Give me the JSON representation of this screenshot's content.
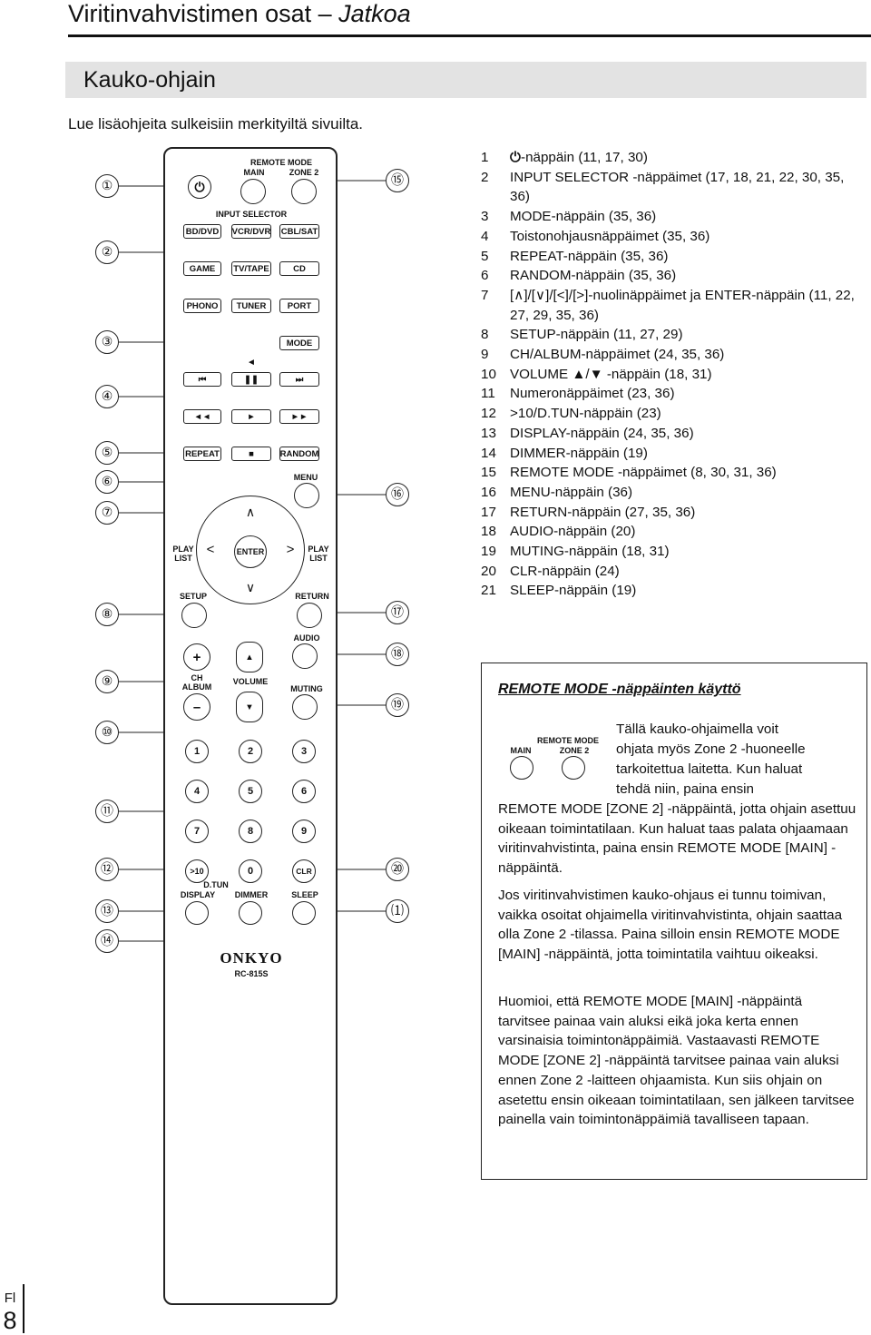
{
  "header": {
    "title_main": "Viritinvahvistimen osat – ",
    "title_italic": "Jatkoa"
  },
  "section": {
    "title": "Kauko-ohjain"
  },
  "intro": "Lue lisäohjeita sulkeisiin merkityiltä sivuilta.",
  "callouts": [
    "①",
    "②",
    "③",
    "④",
    "⑤",
    "⑥",
    "⑦",
    "⑧",
    "⑨",
    "⑩",
    "⑪",
    "⑫",
    "⑬",
    "⑭",
    "⑮",
    "⑯",
    "⑰",
    "⑱",
    "⑲",
    "⑳",
    "⑴"
  ],
  "remote": {
    "remote_mode": "REMOTE MODE",
    "main": "MAIN",
    "zone2": "ZONE 2",
    "input_selector": "INPUT SELECTOR",
    "bd_dvd": "BD/DVD",
    "vcr_dvr": "VCR/DVR",
    "cbl_sat": "CBL/SAT",
    "game": "GAME",
    "tv_tape": "TV/TAPE",
    "cd": "CD",
    "phono": "PHONO",
    "tuner": "TUNER",
    "port": "PORT",
    "mode": "MODE",
    "repeat": "REPEAT",
    "random": "RANDOM",
    "menu": "MENU",
    "playlist": "PLAY LIST",
    "enter": "ENTER",
    "setup": "SETUP",
    "return": "RETURN",
    "audio": "AUDIO",
    "ch_album": "CH ALBUM",
    "volume": "VOLUME",
    "muting": "MUTING",
    "plus": "+",
    "minus": "–",
    "digits": [
      "1",
      "2",
      "3",
      "4",
      "5",
      "6",
      "7",
      "8",
      "9"
    ],
    "gt10": ">10",
    "zero": "0",
    "clr": "CLR",
    "dtun": "D.TUN",
    "display": "DISPLAY",
    "dimmer": "DIMMER",
    "sleep": "SLEEP",
    "brand": "ONKYO",
    "model": "RC-815S"
  },
  "items": [
    {
      "n": "1",
      "t": "-näppäin (11, 17, 30)"
    },
    {
      "n": "2",
      "t": "INPUT SELECTOR -näppäimet (17, 18, 21, 22, 30, 35, 36)"
    },
    {
      "n": "3",
      "t": "MODE-näppäin (35, 36)"
    },
    {
      "n": "4",
      "t": "Toistonohjausnäppäimet (35, 36)"
    },
    {
      "n": "5",
      "t": "REPEAT-näppäin (35, 36)"
    },
    {
      "n": "6",
      "t": "RANDOM-näppäin (35, 36)"
    },
    {
      "n": "7",
      "t": "[∧]/[∨]/[<]/[>]-nuolinäppäimet ja ENTER-näppäin (11, 22, 27, 29, 35, 36)"
    },
    {
      "n": "8",
      "t": "SETUP-näppäin (11, 27, 29)"
    },
    {
      "n": "9",
      "t": "CH/ALBUM-näppäimet (24, 35, 36)"
    },
    {
      "n": "10",
      "t": "VOLUME ▲/▼ -näppäin (18, 31)"
    },
    {
      "n": "11",
      "t": "Numeronäppäimet (23, 36)"
    },
    {
      "n": "12",
      "t": ">10/D.TUN-näppäin (23)"
    },
    {
      "n": "13",
      "t": "DISPLAY-näppäin (24, 35, 36)"
    },
    {
      "n": "14",
      "t": "DIMMER-näppäin (19)"
    },
    {
      "n": "15",
      "t": "REMOTE MODE -näppäimet (8, 30, 31, 36)"
    },
    {
      "n": "16",
      "t": "MENU-näppäin (36)"
    },
    {
      "n": "17",
      "t": "RETURN-näppäin (27, 35, 36)"
    },
    {
      "n": "18",
      "t": "AUDIO-näppäin (20)"
    },
    {
      "n": "19",
      "t": "MUTING-näppäin (18, 31)"
    },
    {
      "n": "20",
      "t": "CLR-näppäin (24)"
    },
    {
      "n": "21",
      "t": "SLEEP-näppäin (19)"
    }
  ],
  "box": {
    "heading": "REMOTE MODE -näppäinten käyttö",
    "mini_remote_mode": "REMOTE MODE",
    "mini_main": "MAIN",
    "mini_zone2": "ZONE 2",
    "side_lines": [
      "Tällä kauko-ohjaimella voit",
      "ohjata myös Zone 2 -huoneelle",
      "tarkoitettua laitetta. Kun haluat",
      "tehdä niin, paina ensin"
    ],
    "para1": "REMOTE MODE [ZONE 2] -näppäintä, jotta ohjain asettuu oikeaan toimintatilaan. Kun haluat taas palata ohjaamaan viritinvahvistinta, paina ensin REMOTE MODE [MAIN] -näppäintä.",
    "para2": "Jos viritinvahvistimen kauko-ohjaus ei tunnu toimivan, vaikka osoitat ohjaimella viritinvahvistinta, ohjain saattaa olla Zone 2 -tilassa. Paina silloin ensin REMOTE MODE [MAIN] -näppäintä, jotta toimintatila vaihtuu oikeaksi.",
    "para3": "Huomioi, että REMOTE MODE [MAIN] -näppäintä tarvitsee painaa vain aluksi eikä joka kerta ennen varsinaisia toimintonäppäimiä. Vastaavasti REMOTE MODE [ZONE 2] -näppäintä tarvitsee painaa vain aluksi ennen Zone 2 -laitteen ohjaamista. Kun siis ohjain on asetettu ensin oikeaan toimintatilaan, sen jälkeen tarvitsee painella vain toimintonäppäimiä tavalliseen tapaan."
  },
  "footer": {
    "lang": "Fl",
    "page": "8"
  }
}
